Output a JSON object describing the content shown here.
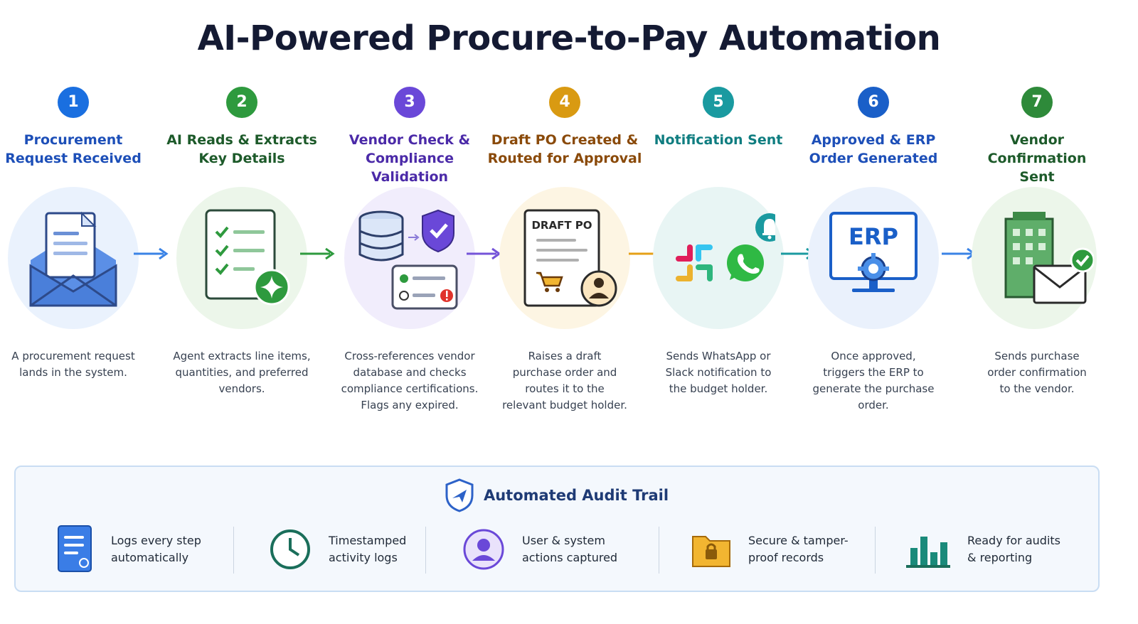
{
  "title": "AI-Powered Procure-to-Pay Automation",
  "steps": [
    {
      "number": "1",
      "title_line1": "Procurement",
      "title_line2": "Request Received",
      "description": "A procurement request lands in the system.",
      "color": "#1a6fe0",
      "halo": "#eaf2fd",
      "icon": "envelope-document-icon"
    },
    {
      "number": "2",
      "title_line1": "AI Reads & Extracts",
      "title_line2": "Key Details",
      "description": "Agent extracts line items, quantities, and preferred vendors.",
      "color": "#2e9a3e",
      "halo": "#ecf6ea",
      "icon": "checklist-sparkle-icon"
    },
    {
      "number": "3",
      "title_line1": "Vendor Check &",
      "title_line2": "Compliance Validation",
      "description": "Cross-references vendor database and checks compliance certifications. Flags any expired.",
      "color": "#6a48d8",
      "halo": "#f1edfc",
      "icon": "database-shield-icon"
    },
    {
      "number": "4",
      "title_line1": "Draft PO Created &",
      "title_line2": "Routed for Approval",
      "description": "Raises a draft purchase order and routes it to the relevant budget holder.",
      "color": "#d99a12",
      "halo": "#fdf5e3",
      "icon": "draft-po-document-icon",
      "icon_label": "DRAFT PO"
    },
    {
      "number": "5",
      "title_line1": "Notification Sent",
      "title_line2": "",
      "description": "Sends WhatsApp or Slack notification to the budget holder.",
      "color": "#1a9aa0",
      "halo": "#e8f5f4",
      "icon": "chat-notification-icon"
    },
    {
      "number": "6",
      "title_line1": "Approved & ERP",
      "title_line2": "Order Generated",
      "description": "Once approved, triggers the ERP to generate the purchase order.",
      "color": "#1a5fc8",
      "halo": "#eaf1fc",
      "icon": "erp-monitor-icon",
      "icon_label": "ERP"
    },
    {
      "number": "7",
      "title_line1": "Vendor Confirmation",
      "title_line2": "Sent",
      "description": "Sends purchase order confirmation to the vendor.",
      "color": "#2e8a3a",
      "halo": "#ecf6ea",
      "icon": "building-mail-icon"
    }
  ],
  "title_colors": [
    "#1d4fb8",
    "#1d5a2a",
    "#4b2aa8",
    "#8a4a0a",
    "#0f7d80",
    "#1d4fb8",
    "#1d5a2a"
  ],
  "arrow_colors": [
    "#3a83e6",
    "#2e9a3e",
    "#7554d8",
    "#e6a017",
    "#1a9aa0",
    "#3a83e6"
  ],
  "audit": {
    "title": "Automated Audit Trail",
    "features": [
      {
        "line1": "Logs every step",
        "line2": "automatically",
        "icon": "log-document-icon"
      },
      {
        "line1": "Timestamped",
        "line2": "activity logs",
        "icon": "clock-icon"
      },
      {
        "line1": "User & system",
        "line2": "actions captured",
        "icon": "user-icon"
      },
      {
        "line1": "Secure & tamper-",
        "line2": "proof records",
        "icon": "locked-folder-icon"
      },
      {
        "line1": "Ready for audits",
        "line2": "& reporting",
        "icon": "bar-chart-icon"
      }
    ]
  }
}
